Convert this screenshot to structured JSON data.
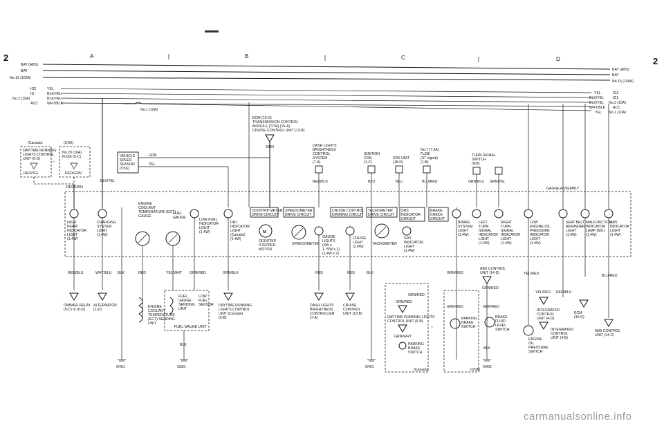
{
  "sheet": {
    "page_num": "2",
    "zones": [
      "A",
      "B",
      "C",
      "D"
    ],
    "watermark": "carmanualsonline.info"
  },
  "bus_lines": {
    "left": [
      "BAT (ABS)",
      "BAT",
      "No.15 (100A)"
    ],
    "right": [
      "BAT (ABS)",
      "BAT",
      "No.15 (100A)"
    ],
    "feeds_left": [
      {
        "name": "IG2",
        "color": "YEL"
      },
      {
        "name": "IG",
        "color": "BLK/YEL"
      },
      {
        "name": "No.2 (15A)",
        "color": "BLK/YEL"
      },
      {
        "name": "ACC",
        "color": "WHT/BLK"
      }
    ],
    "feeds_right": [
      {
        "color": "YEL",
        "name": "IG2"
      },
      {
        "color": "BLK/YEL",
        "name": "IG1"
      },
      {
        "color": "BLK/YEL",
        "name": "No.2 (15A)"
      },
      {
        "color": "WHT/BLK",
        "name": "ACC"
      },
      {
        "color": "YEL",
        "name": "No.1 (10A)"
      }
    ],
    "fuse_label": "No.1 (10A)"
  },
  "top_blocks": {
    "canada": "(Canada)",
    "usa": "(USA)",
    "drl_module": [
      "DAYTIME RUNNING",
      "LIGHTS CONTROL",
      "UNIT (6-D)"
    ],
    "fuse_20": [
      "No.20 (10A)",
      "FUSE (5-C)"
    ],
    "red_yel": "RED/YEL",
    "red_grn": "RED/GRN",
    "vss": [
      "VEHICLE",
      "SPEED",
      "SENSOR",
      "(VSS)"
    ],
    "grn": "GRN",
    "yel": "YEL",
    "ecm": [
      "ECM (16-D)",
      "TRANSMISSION CONTROL",
      "MODULE (TCM) (15-A)",
      "CRUISE CONTROL UNIT (13-B)"
    ],
    "brn": "BRN",
    "dash_lights": [
      "DASH LIGHTS",
      "BRIGHTNESS",
      "CONTROL",
      "SYSTEM",
      "(7-A)"
    ],
    "ignition_coil": [
      "IGNITION",
      "COIL",
      "(1-C)"
    ],
    "srs_unit": [
      "SRS UNIT",
      "(18-D)"
    ],
    "fuse_7": [
      "No.7 (7.5A)",
      "FUSE",
      "(ST signal)",
      "(1-B)"
    ],
    "turn_signal": [
      "TURN SIGNAL",
      "SWITCH",
      "(9-B)"
    ],
    "red_blk": "RED/BLK",
    "blu": "BLU",
    "blu2": "BLU",
    "blu_red": "BLU/RED",
    "grn_blu": "GRN/BLU",
    "grn_yel": "GRN/YEL",
    "blk_yel": "BLK/YEL"
  },
  "gauge": {
    "assembly": "GAUGE ASSEMBLY",
    "high_beam": [
      "HIGH",
      "BEAM",
      "INDICATOR",
      "LIGHT",
      "(1.4W)"
    ],
    "charging": [
      "CHARGING",
      "SYSTEM",
      "LIGHT",
      "(1.4W)"
    ],
    "ect_gauge": [
      "ENGINE",
      "COOLANT",
      "TEMPERATURE (ECT)",
      "GAUGE"
    ],
    "fuel_gauge": [
      "FUEL",
      "GAUGE"
    ],
    "low_fuel": [
      "LOW FUEL",
      "INDICATOR",
      "LIGHT",
      "(1.4W)"
    ],
    "drl_light": [
      "DRL",
      "INDICATOR",
      "LIGHT",
      "(Canada)",
      "(1.4W)"
    ],
    "odo": [
      "ODO/TRIP METER",
      "DRIVE CIRCUIT"
    ],
    "odo_motor": [
      "ODO/TRIP",
      "STEPPER",
      "MOTOR"
    ],
    "speedo_drive": [
      "SPEEDOMETER",
      "DRIVE CIRCUIT"
    ],
    "speedometer": "SPEEDOMETER",
    "gauge_lights": [
      "GAUGE",
      "LIGHTS",
      "(3W x",
      "1.75W x 2)",
      "(1.4W x 2)"
    ],
    "cruise_dimming": [
      "CRUISE CONTROL",
      "DIMMING CIRCUIT"
    ],
    "cruise_light": [
      "CRUISE",
      "LIGHT",
      "(2.0W)"
    ],
    "tach_drive": [
      "TACHOMETER",
      "DRIVE CIRCUIT"
    ],
    "tachometer": "TACHOMETER",
    "srs_circuit": [
      "SRS",
      "INDICATOR",
      "CIRCUIT"
    ],
    "srs_light": [
      "SRS",
      "INDICATOR",
      "LIGHT",
      "(1.4W)"
    ],
    "brake_check": [
      "BRAKE",
      "CHECK",
      "CIRCUIT"
    ],
    "brake_light": [
      "BRAKE",
      "SYSTEM",
      "LIGHT",
      "(1.4W)"
    ],
    "left_turn": [
      "LEFT",
      "TURN",
      "SIGNAL",
      "INDICATOR",
      "LIGHT",
      "(1.4W)"
    ],
    "right_turn": [
      "RIGHT",
      "TURN",
      "SIGNAL",
      "INDICATOR",
      "LIGHT",
      "(1.4W)"
    ],
    "low_oil": [
      "LOW",
      "ENGINE OIL",
      "PRESSURE",
      "INDICATOR",
      "LIGHT",
      "(1.4W)"
    ],
    "seat_belt": [
      "SEAT BELT",
      "REMINDER",
      "LIGHT",
      "(1.4W)"
    ],
    "mil": [
      "MALFUNCTION",
      "INDICATOR",
      "LAMP (MIL)",
      "(1.4W)"
    ],
    "abs_light": [
      "ABS",
      "INDICATOR",
      "LIGHT",
      "(1.4W)"
    ]
  },
  "bottom": {
    "red_blu": "RED/BLU",
    "dimmer_relay": [
      "DIMMER RELAY",
      "(5-C) or (6-D)"
    ],
    "wht_blu": "WHT/BLU",
    "alternator": [
      "ALTERNATOR",
      "(1-D)"
    ],
    "blk": "BLK",
    "red": "RED",
    "ect_sender": [
      "ENGINE",
      "COOLANT",
      "TEMPERATURE",
      "(ECT) SENDING",
      "UNIT"
    ],
    "yel_wht": "YEL/WHT",
    "grn_red": "GRN/RED",
    "fuel_unit": [
      "FUEL",
      "GAUGE",
      "SENDING",
      "UNIT"
    ],
    "low_fuel_sensor": [
      "LOW",
      "FUEL",
      "SENSOR"
    ],
    "fuel_gauge_unit": "FUEL GAUGE UNIT",
    "grn_blk": "GRN/BLK",
    "drl_unit": [
      "DAYTIME RUNNING",
      "LIGHTS CONTROL",
      "UNIT (Canada)",
      "(6-B)"
    ],
    "red2": "RED",
    "dash_ctrl": [
      "DASH LIGHTS",
      "BRIGHTNESS",
      "CONTROLLER",
      "(7-A)"
    ],
    "red3": "RED",
    "cruise_unit": [
      "CRUISE",
      "CONTROL",
      "UNIT (13-B)"
    ],
    "blk2": "BLK",
    "grn_red_a": "GRN/RED",
    "grn_wht": "GRN/WHT",
    "drl_unit_c": [
      "DAYTIME RUNNING LIGHTS",
      "CONTROL UNIT (6-B)"
    ],
    "parking_brake": [
      "PARKING",
      "BRAKE",
      "SWITCH"
    ],
    "canada": "(Canada)",
    "abs_unit": [
      "ABS CONTROL",
      "UNIT (14-D)"
    ],
    "brake_fluid": [
      "BRAKE",
      "FLUID",
      "LEVEL",
      "SWITCH"
    ],
    "usa": "(USA)",
    "yel_red": "YEL/RED",
    "ecm_b": [
      "INTEGRATED",
      "CONTROL",
      "UNIT (4-D)"
    ],
    "oil_switch": [
      "ENGINE",
      "OIL",
      "PRESSURE",
      "SWITCH"
    ],
    "red_blu2": "RED/BLU",
    "ecm2": [
      "ECM",
      "(16-D)"
    ],
    "integrated2": [
      "INTEGRATED",
      "CONTROL",
      "UNIT (4-B)"
    ],
    "blu_red2": "BLU/RED",
    "abs_ctrl2": [
      "ABS CONTROL",
      "UNIT (14-C)"
    ],
    "grounds": [
      "G401",
      "G501",
      "G401",
      "G402"
    ]
  }
}
